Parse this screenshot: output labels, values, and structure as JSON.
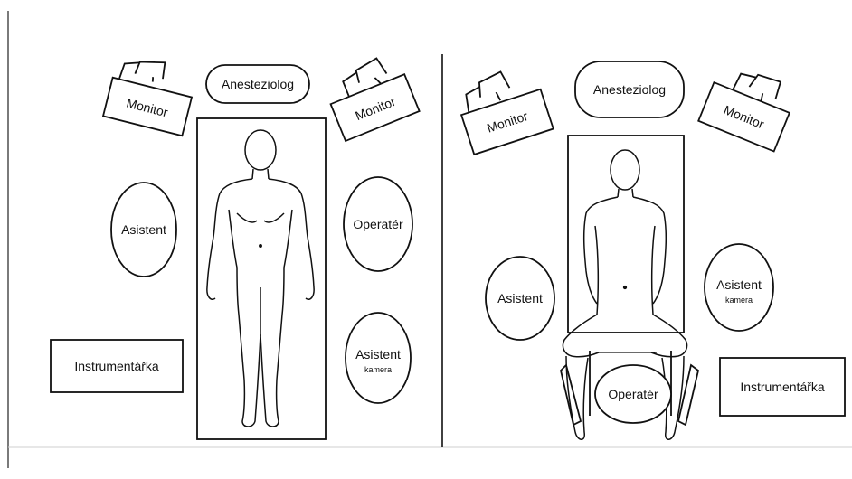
{
  "panels": {
    "left": {
      "anesteziolog": "Anesteziolog",
      "monitor_left": "Monitor",
      "monitor_right": "Monitor",
      "asistent": "Asistent",
      "operater": "Operatér",
      "asistent_kamera": "Asistent",
      "kamera_sub": "kamera",
      "instrumentarka": "Instrumentářka"
    },
    "right": {
      "anesteziolog": "Anesteziolog",
      "monitor_left": "Monitor",
      "monitor_right": "Monitor",
      "asistent": "Asistent",
      "asistent_kamera": "Asistent",
      "kamera_sub": "kamera",
      "operater": "Operatér",
      "instrumentarka": "Instrumentářka"
    }
  }
}
